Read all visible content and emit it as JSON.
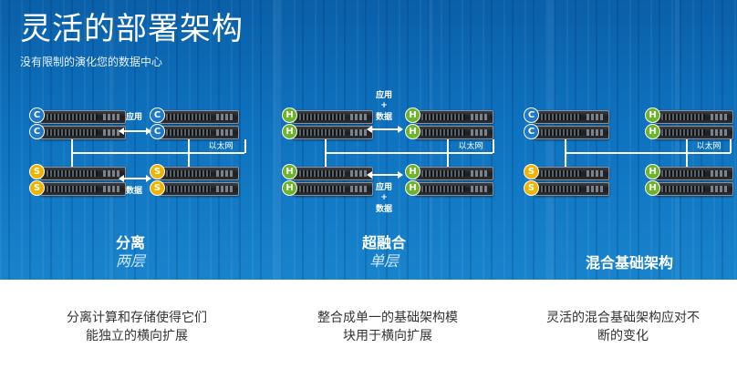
{
  "header": {
    "title": "灵活的部署架构",
    "subtitle": "没有限制的演化您的数据中心"
  },
  "labels": {
    "app": "应用",
    "data": "数据",
    "plus": "+",
    "ethernet": "以太网",
    "badge_c": "C",
    "badge_s": "S",
    "badge_h": "H"
  },
  "sections": [
    {
      "title": "分离",
      "subtitle": "两层",
      "description_line1": "分离计算和存储使得它们",
      "description_line2": "能独立的横向扩展"
    },
    {
      "title": "超融合",
      "subtitle": "单层",
      "description_line1": "整合成单一的基础架构模",
      "description_line2": "块用于横向扩展"
    },
    {
      "title": "混合基础架构",
      "subtitle": "",
      "description_line1": "灵活的混合基础架构应对不",
      "description_line2": "断的变化"
    }
  ],
  "colors": {
    "hero_top": "#0a5fa8",
    "hero_bottom": "#1883cc",
    "compute_badge": "#1f78c8",
    "storage_badge": "#f0b400",
    "hyper_badge": "#6cb52a"
  }
}
